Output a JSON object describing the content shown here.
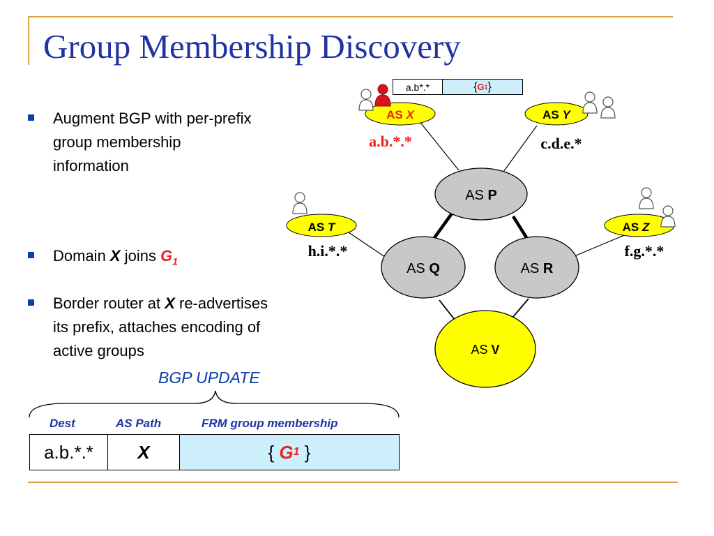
{
  "title": "Group Membership Discovery",
  "bullets": [
    {
      "text": "Augment BGP with per-prefix group membership information"
    },
    {
      "pre": "Domain ",
      "x": "X",
      "mid": " joins ",
      "g": "G",
      "sub": "1"
    },
    {
      "pre": "Border router at ",
      "x": "X",
      "post": " re-advertises its prefix, attaches encoding of active groups"
    }
  ],
  "bullet1_lines": [
    "Augment BGP with per-prefix",
    "group membership",
    "information"
  ],
  "bullet3_lines": [
    "re-advertises",
    "its prefix, attaches encoding of",
    "active groups"
  ],
  "bgp_update_label": "BGP UPDATE",
  "table": {
    "headers": [
      "Dest",
      "AS Path",
      "FRM group membership"
    ],
    "row": {
      "dest": "a.b.*.*",
      "path": "X",
      "frm_open": "{",
      "frm_g": "G",
      "frm_sub": "1",
      "frm_close": "}"
    }
  },
  "mini_table": {
    "dest": "a.b*.*",
    "frm_open": "{",
    "frm_g": "G",
    "frm_sub": "1",
    "frm_close": "}"
  },
  "nodes": {
    "P": {
      "as": "AS",
      "name": "P"
    },
    "Q": {
      "as": "AS",
      "name": "Q"
    },
    "R": {
      "as": "AS",
      "name": "R"
    },
    "V": {
      "as": "AS",
      "name": "V"
    },
    "X": {
      "as": "AS",
      "name": "X",
      "prefix": "a.b.*.*"
    },
    "Y": {
      "as": "AS",
      "name": "Y",
      "prefix": "c.d.e.*"
    },
    "T": {
      "as": "AS",
      "name": "T",
      "prefix": "h.i.*.*"
    },
    "Z": {
      "as": "AS",
      "name": "Z",
      "prefix": "f.g.*.*"
    }
  },
  "colors": {
    "title": "#1f33a3",
    "accent_red": "#e8221a",
    "stub_fill": "#ffff00",
    "core_fill": "#c8c8c8",
    "frm_fill": "#cdeefb",
    "rule": "#d9a441"
  }
}
